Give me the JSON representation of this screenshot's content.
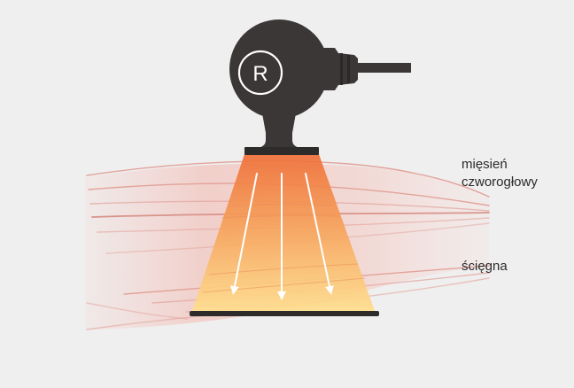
{
  "diagram": {
    "device_logo": "R",
    "labels": {
      "muscle_line1": "mięsień",
      "muscle_line2": "czworogłowy",
      "tendons": "ścięgna"
    },
    "colors": {
      "background": "#efefef",
      "device": "#3a3736",
      "beam_top": "#f07a3a",
      "beam_bottom": "#ffd98a",
      "tissue": "#f5d3cd",
      "fiber_lines": "#e5a9a2",
      "arrows": "#ffffff"
    }
  }
}
